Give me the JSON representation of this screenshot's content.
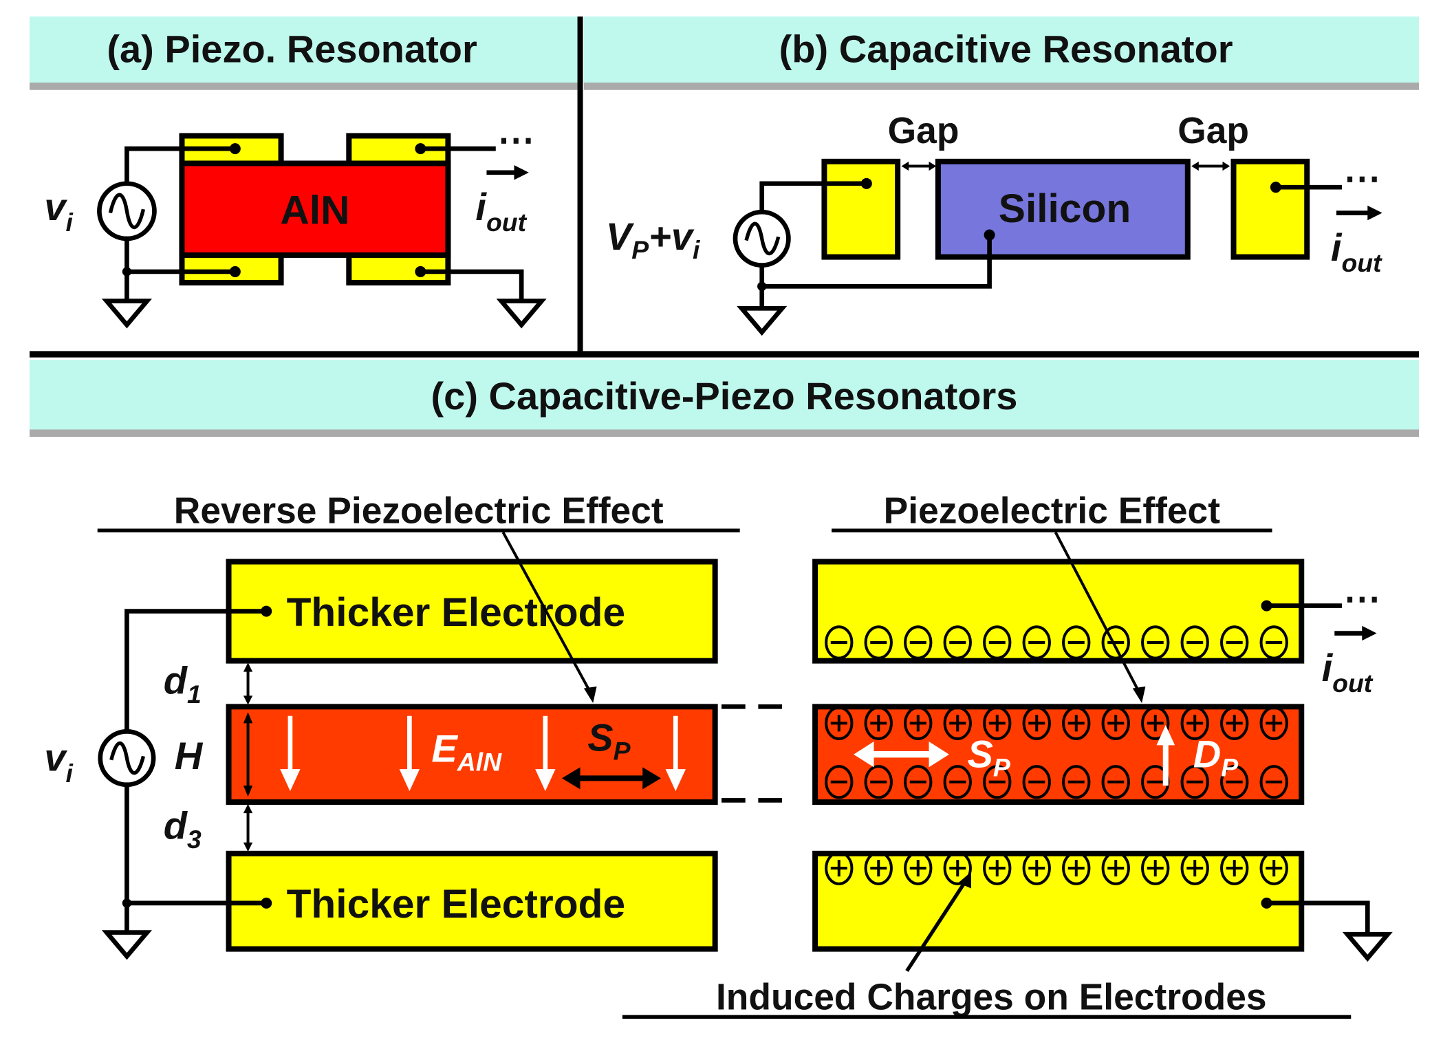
{
  "panels": {
    "a": {
      "title": "(a) Piezo. Resonator",
      "material": "AlN",
      "input_label": "v",
      "input_sub": "i",
      "output_label": "i",
      "output_sub": "out",
      "ellipsis": "⋯"
    },
    "b": {
      "title": "(b) Capacitive Resonator",
      "gap_left": "Gap",
      "gap_right": "Gap",
      "material": "Silicon",
      "input_label_v": "V",
      "input_label_v_sub": "P",
      "input_label_plus": "+v",
      "input_label_plus_sub": "i",
      "output_label": "i",
      "output_sub": "out",
      "ellipsis": "⋯"
    },
    "c": {
      "title": "(c) Capacitive-Piezo Resonators",
      "left_heading": "Reverse Piezoelectric Effect",
      "right_heading": "Piezoelectric Effect",
      "top_electrode": "Thicker Electrode",
      "bottom_electrode": "Thicker Electrode",
      "d1": "d",
      "d1_sub": "1",
      "d3": "d",
      "d3_sub": "3",
      "h": "H",
      "vi": "v",
      "vi_sub": "i",
      "field_label": "E",
      "field_sub": "AlN",
      "strain_label": "S",
      "strain_sub": "P",
      "displacement_label": "D",
      "displacement_sub": "P",
      "output_label": "i",
      "output_sub": "out",
      "ellipsis": "⋯",
      "induced_caption": "Induced Charges on Electrodes",
      "charges_per_row": 12
    }
  },
  "colors": {
    "header": "#bff9ee",
    "electrode": "#ffff00",
    "aln_a": "#ff0000",
    "aln_c": "#ff3b00",
    "silicon": "#7676dc"
  }
}
